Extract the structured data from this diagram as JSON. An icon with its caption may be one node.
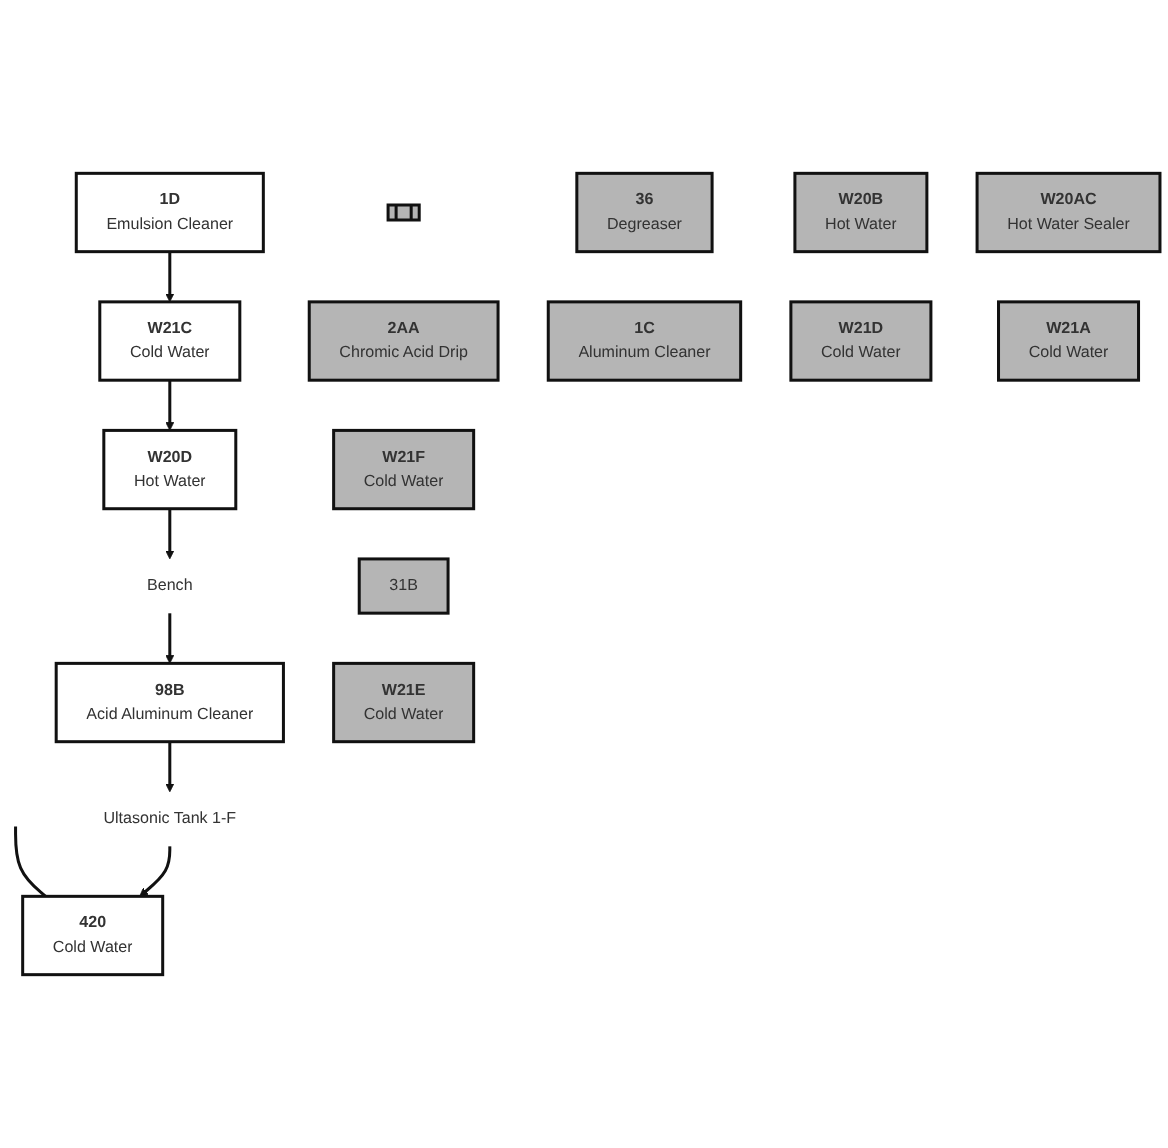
{
  "diagram": {
    "nodes": [
      {
        "text": [],
        "shape": "box"
      },
      {
        "text": [
          "2AA",
          "Chromic Acid Drip"
        ]
      },
      {
        "text": [
          "36",
          "Degreaser"
        ]
      },
      {
        "text": [
          "1D",
          "Emulsion Cleaner"
        ]
      },
      {
        "text": [
          "W20D",
          "Hot Water"
        ]
      },
      {
        "text": [
          "W21C",
          "Cold Water"
        ]
      },
      {
        "text": [
          "Bench"
        ]
      },
      {
        "text": [
          "W21F",
          "Cold Water"
        ]
      },
      {
        "text": [
          "1C",
          "Aluminum Cleaner"
        ]
      },
      {
        "text": [
          "W20B",
          "Hot Water"
        ]
      },
      {
        "text": [
          "W21D",
          "Cold Water"
        ]
      },
      {
        "text": [
          "31B"
        ]
      },
      {
        "text": [
          "420",
          "Cold Water"
        ]
      },
      {
        "text": [
          "98B",
          "Acid Aluminum Cleaner"
        ]
      },
      {
        "text": [
          "W21E",
          "Cold Water"
        ]
      },
      {
        "text": [
          "Ultasonic Tank 1-F"
        ]
      },
      {
        "text": [
          "W20AC",
          "Hot Water Sealer"
        ]
      },
      {
        "text": [
          "W21A",
          "Cold Water"
        ]
      }
    ],
    "edges": [
      {
        "from": null,
        "to": 12,
        "arrow": "none"
      },
      {
        "from": 3,
        "to": 5,
        "arrow": "to"
      },
      {
        "from": 5,
        "to": 4,
        "arrow": "to"
      },
      {
        "from": 4,
        "to": 6,
        "arrow": "to"
      },
      {
        "from": 6,
        "to": 13,
        "arrow": "to"
      },
      {
        "from": 13,
        "to": 15,
        "arrow": "to"
      },
      {
        "from": 15,
        "to": 12,
        "arrow": "to"
      }
    ]
  }
}
